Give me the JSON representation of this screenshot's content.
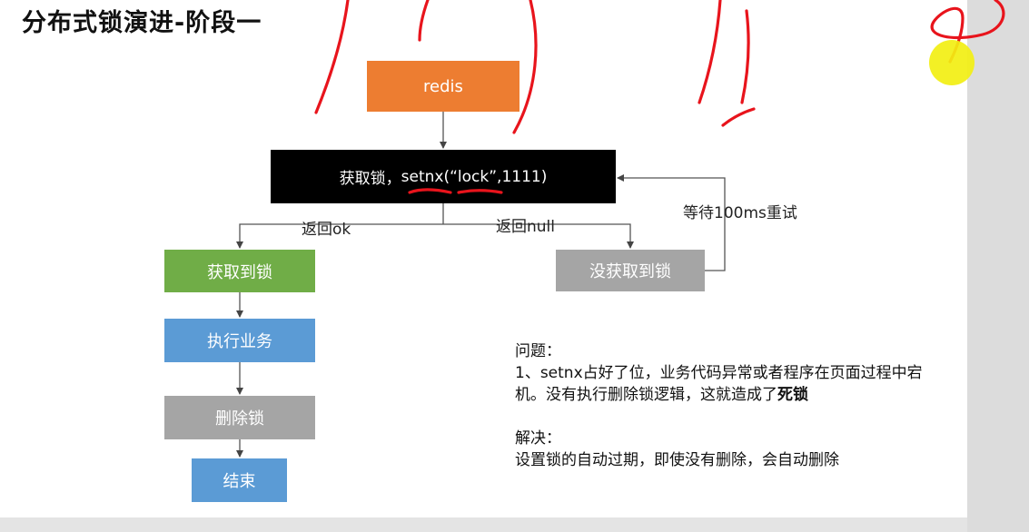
{
  "title": "分布式锁演进-阶段一",
  "nodes": {
    "redis": "redis",
    "acquire_prefix": "获取锁，",
    "acquire_code": "setnx(“lock”,1111)",
    "got_lock": "获取到锁",
    "not_got_lock": "没获取到锁",
    "execute": "执行业务",
    "delete_lock": "删除锁",
    "end": "结束"
  },
  "edge_labels": {
    "return_ok": "返回ok",
    "return_null": "返回null",
    "retry": "等待100ms重试"
  },
  "notes": {
    "problem_heading": "问题：",
    "problem_text": "1、setnx占好了位，业务代码异常或者程序在页面过程中宕机。没有执行删除锁逻辑，这就造成了",
    "problem_bold": "死锁",
    "solution_heading": "解决：",
    "solution_text": "设置锁的自动过期，即使没有删除，会自动删除"
  },
  "colors": {
    "redis": "#ed7d31",
    "acquire": "#000000",
    "got_lock": "#70ad47",
    "not_got_lock": "#a5a5a5",
    "execute": "#5b9bd5",
    "delete_lock": "#a5a5a5",
    "end": "#5b9bd5",
    "annotation_ink": "#e8141c",
    "laser_pointer": "#f2ef12"
  }
}
